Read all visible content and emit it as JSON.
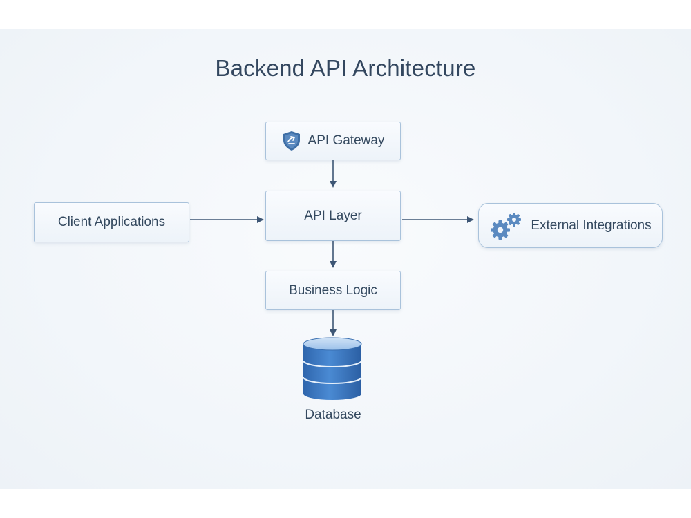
{
  "title": "Backend API Architecture",
  "nodes": {
    "gateway": {
      "label": "API Gateway",
      "icon": "shield-icon"
    },
    "api_layer": {
      "label": "API Layer"
    },
    "client": {
      "label": "Client Applications"
    },
    "external": {
      "label": "External Integrations",
      "icon": "gears-icon"
    },
    "business": {
      "label": "Business Logic"
    },
    "database": {
      "label": "Database",
      "icon": "database-icon"
    }
  },
  "edges": [
    {
      "from": "API Gateway",
      "to": "API Layer"
    },
    {
      "from": "Client Applications",
      "to": "API Layer"
    },
    {
      "from": "API Layer",
      "to": "External Integrations"
    },
    {
      "from": "API Layer",
      "to": "Business Logic"
    },
    {
      "from": "Business Logic",
      "to": "Database"
    }
  ],
  "colors": {
    "text": "#34495f",
    "border": "#a9c2db",
    "arrow": "#3d5675",
    "database": "#3a78c2"
  }
}
